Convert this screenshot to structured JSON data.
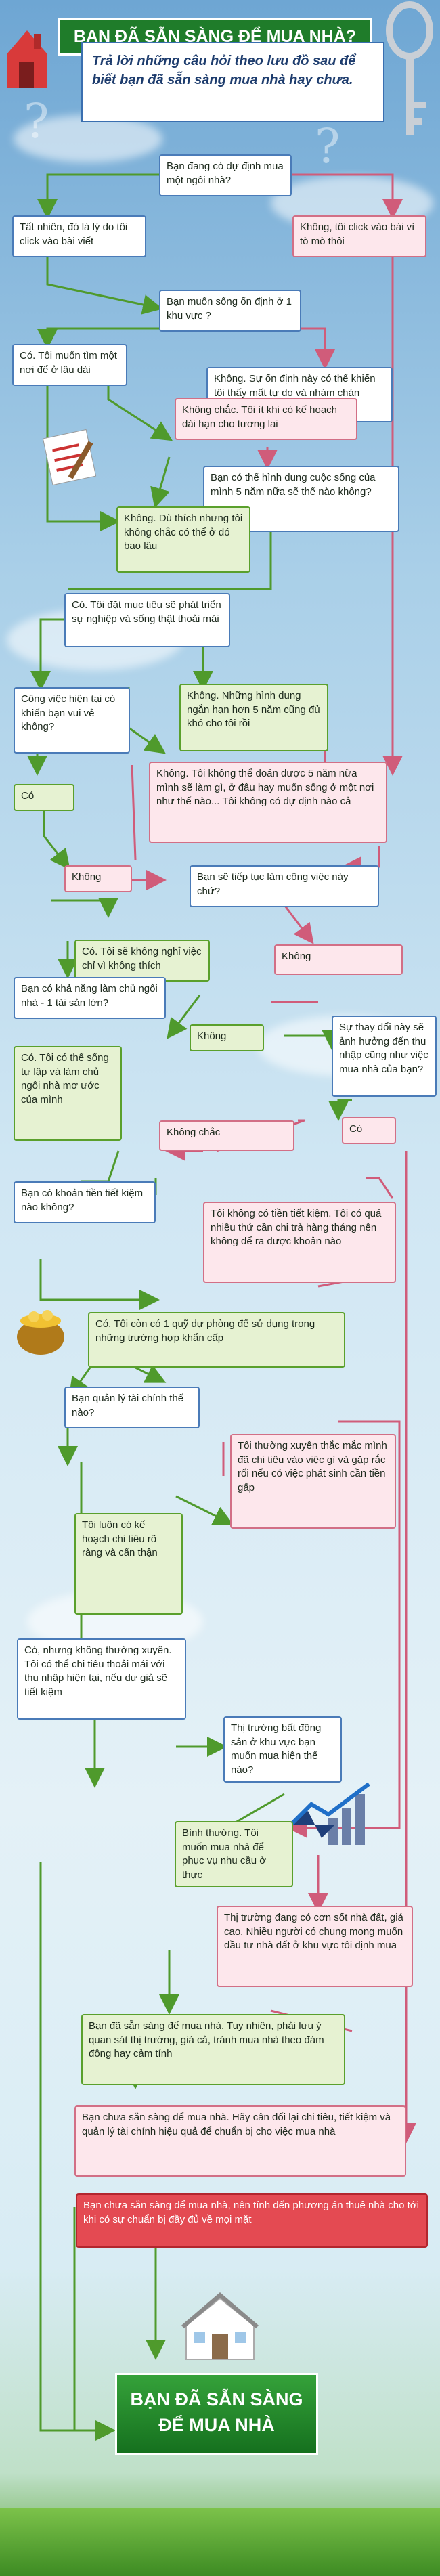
{
  "header": {
    "title": "BẠN ĐÃ SẴN SÀNG ĐỂ MUA NHÀ?",
    "subtitle": "Trả lời những câu hỏi theo lưu đồ sau để biết bạn đã sẵn sàng mua nhà hay chưa."
  },
  "nodes": {
    "q_plan_buy": "Bạn đang có dự định mua một ngôi nhà?",
    "a_yes_follow": "Tất nhiên, đó là lý do tôi click vào bài viết",
    "a_no_curious": "Không, tôi click vào bài vì tò mò thôi",
    "q_settle": "Bạn muốn sống ổn định ở 1 khu vực ?",
    "a_long_term": "Có. Tôi muốn tìm một nơi để ở lâu dài",
    "a_freedom": "Không. Sự ổn định này có thể khiến tôi thấy mất tự do và nhàm chán",
    "a_no_long_plan": "Không chắc. Tôi ít khi có kế hoạch dài hạn cho tương lai",
    "q_5year": "Bạn có thể hình dung cuộc sống của mình 5 năm nữa sẽ thế nào không?",
    "a_always_settle": "Không. Dù thích nhưng tôi không chắc có thể ở đó bao lâu",
    "a_career_goals": "Có. Tôi đặt mục tiêu sẽ phát triển sự nghiệp và sống thật thoải mái",
    "q_job": "Công việc hiện tại có khiến bạn vui vẻ không?",
    "a_no_5year": "Không. Những hình dung ngắn hạn hơn 5 năm cũng đủ khó cho tôi rồi",
    "a_yes": "Có",
    "a_cannot_predict": "Không. Tôi không thể đoán được 5 năm nữa mình sẽ làm gì, ở đâu hay muốn sống ở một nơi như thế nào... Tôi không có dự định nào cả",
    "a_no": "Không",
    "q_job_continue": "Bạn sẽ tiếp tục làm công việc này chứ?",
    "a_no_job_change": "Có. Tôi sẽ không nghỉ việc chỉ vì không thích",
    "q_afford": "Bạn có khả năng làm chủ ngôi nhà - 1 tài sản lớn?",
    "a_change_impact": "Sự thay đổi này sẽ ảnh hưởng đến thu nhập cũng như việc mua nhà của bạn?",
    "a_self_reliant": "Có. Tôi có thể sống tự lập và làm chủ ngôi nhà mơ ước của mình",
    "a_not_sure": "Không chắc",
    "q_savings": "Bạn có khoản tiền tiết kiệm nào không?",
    "a_no_savings": "Tôi không có tiền tiết kiệm. Tôi có quá nhiều thứ cần chi trả hàng tháng nên không để ra được khoản nào",
    "a_emergency_fund": "Có. Tôi còn có 1 quỹ dự phòng để sử dụng trong những trường hợp khẩn cấp",
    "q_finance": "Bạn quản lý tài chính thế nào?",
    "a_overspend": "Tôi thường xuyên thắc mắc mình đã chi tiêu vào việc gì và gặp rắc rối nếu có việc phát sinh cần tiền gấp",
    "a_clear_plan": "Tôi luôn có kế hoạch chi tiêu rõ ràng và cẩn thận",
    "a_not_disciplined": "Có, nhưng không thường xuyên. Tôi có thể chi tiêu thoải mái với thu nhập hiện tại, nếu dư giả sẽ tiết kiệm",
    "q_market": "Thị trường bất động sản ở khu vực bạn muốn mua hiện thế nào?",
    "a_normal_market": "Bình thường. Tôi muốn mua nhà để phục vụ nhu cầu ở thực",
    "a_hot_market": "Thị trường đang có cơn sốt nhà đất, giá cao. Nhiều người có chung mong muốn đầu tư nhà đất ở khu vực tôi định mua",
    "a_ready_watch": "Bạn đã sẵn sàng để mua nhà. Tuy nhiên, phải lưu ý quan sát thị trường, giá cả, tránh mua nhà theo đám đông hay cảm tính",
    "a_not_ready": "Bạn chưa sẵn sàng để mua nhà. Hãy cân đối lại chi tiêu, tiết kiệm và quản lý tài chính hiệu quả để chuẩn bị cho việc mua nhà",
    "a_rent": "Bạn chưa sẵn sàng để mua nhà, nên tính đến phương án thuê nhà cho tới khi có sự chuẩn bị đầy đủ về mọi mặt"
  },
  "footer": {
    "final": "BẠN ĐÃ SẴN SÀNG ĐỂ MUA NHÀ"
  },
  "colors": {
    "title_bg": "#1f7c2a",
    "question_border": "#4a7bb8",
    "yes_fill": "#e6f2d2",
    "no_fill": "#fde7ec",
    "final_warning": "#e44a52"
  }
}
